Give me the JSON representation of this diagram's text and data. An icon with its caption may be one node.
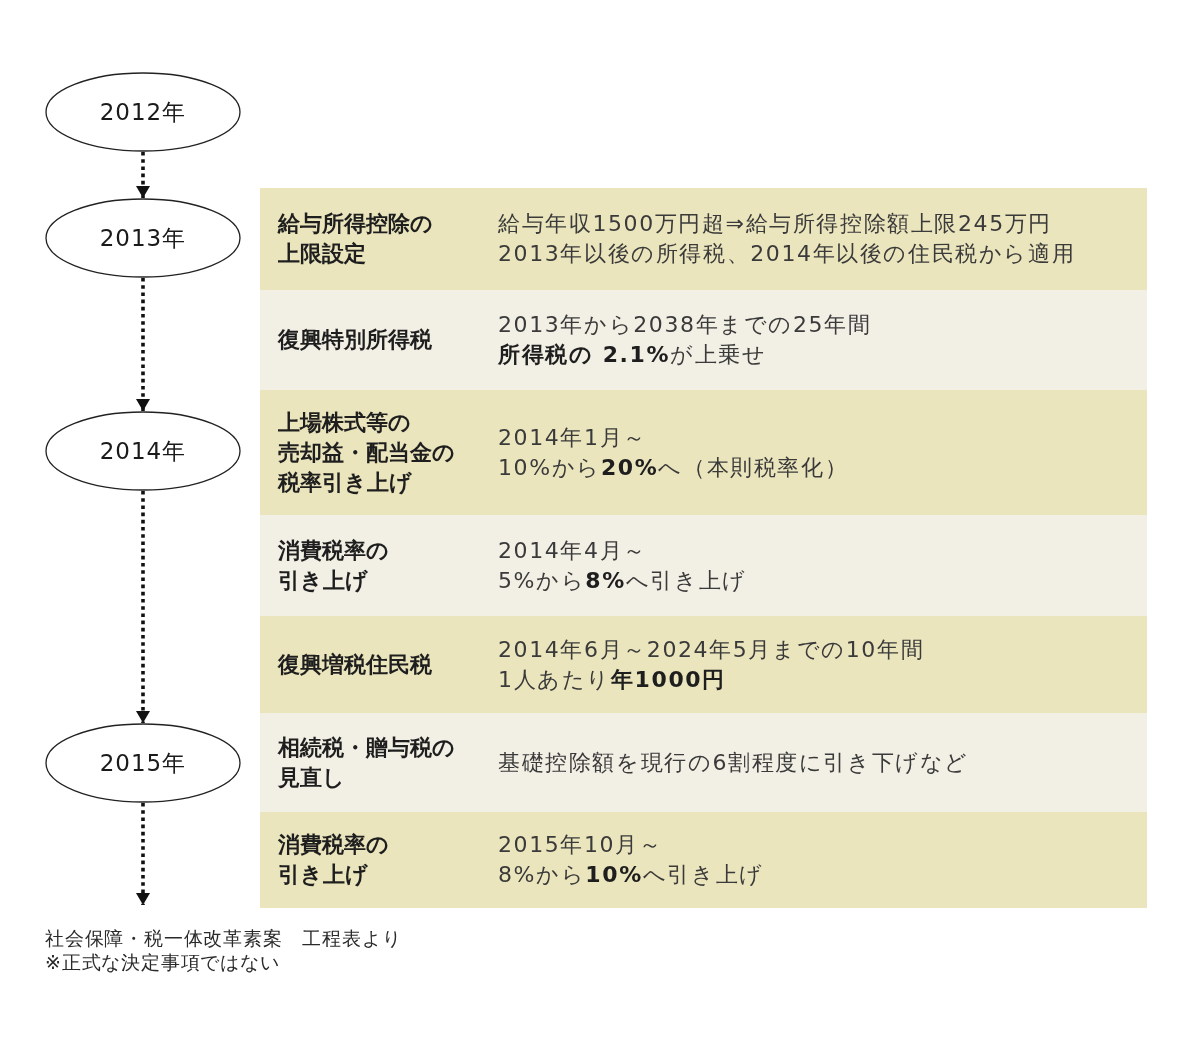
{
  "diagram": {
    "nodes": [
      {
        "text": [
          "2012年"
        ]
      },
      {
        "text": [
          "2013年"
        ]
      },
      {
        "text": [
          "2014年"
        ]
      },
      {
        "text": [
          "2015年"
        ]
      },
      {
        "text": [
          "給与所得控除の上限設定",
          "給与年収1500万円超⇒給与所得控除額上限245万円",
          "2013年以後の所得税、2014年以後の住民税から適用"
        ]
      },
      {
        "text": [
          "復興特別所得税",
          "2013年から2038年までの25年間",
          "**所得税の 2.1%**が上乗せ"
        ]
      },
      {
        "text": [
          "上場株式等の売却益・配当金の税率引き上げ",
          "2014年1月～",
          "10%から**20%**へ（本則税率化）"
        ]
      },
      {
        "text": [
          "消費税率の引き上げ",
          "2014年4月～",
          "5%から**8%**へ引き上げ"
        ]
      },
      {
        "text": [
          "復興増税住民税",
          "2014年6月～2024年5月までの10年間",
          "1人あたり**年1000円**"
        ]
      },
      {
        "text": [
          "相続税・贈与税の見直し",
          "基礎控除額を現行の6割程度に引き下げなど"
        ]
      },
      {
        "text": [
          "消費税率の引き上げ",
          "2015年10月～",
          "8%から**10%**へ引き上げ"
        ]
      }
    ],
    "edges": [
      {
        "from": 0,
        "to": 1,
        "arrow": "to",
        "style": "dashed"
      },
      {
        "from": 1,
        "to": 2,
        "arrow": "to",
        "style": "dashed"
      },
      {
        "from": 2,
        "to": 3,
        "arrow": "to",
        "style": "dashed"
      },
      {
        "from": 3,
        "to": null,
        "arrow": "to",
        "style": "dashed"
      }
    ],
    "labels": [
      "社会保障・税一体改革素案　工程表より",
      "※正式な決定事項ではない"
    ]
  }
}
